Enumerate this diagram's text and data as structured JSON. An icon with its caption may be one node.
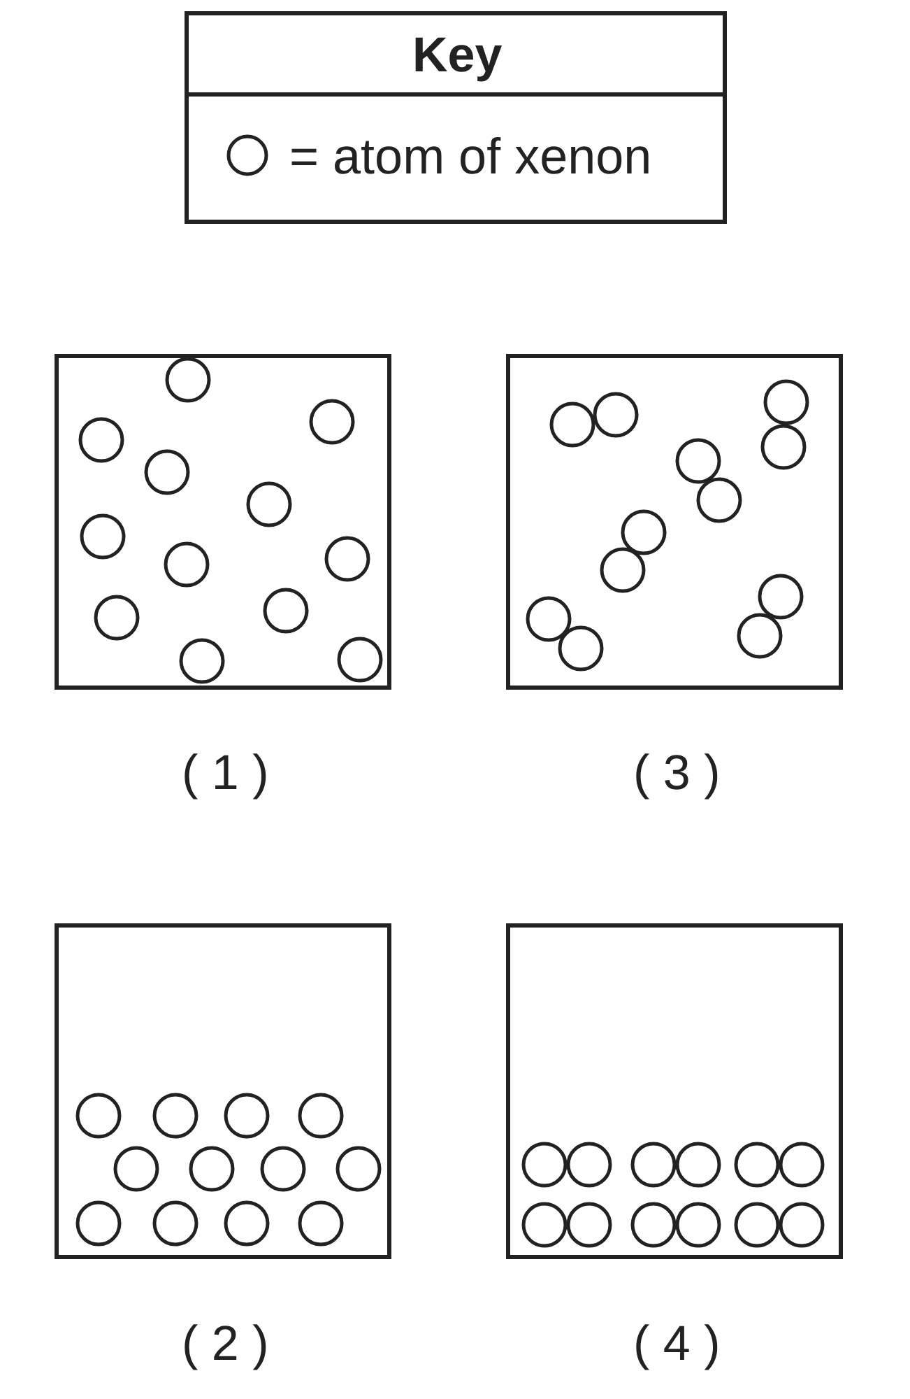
{
  "diagram": {
    "nodes": [
      {
        "text": [],
        "shape": "box",
        "beside": [
          "( 1 )"
        ]
      },
      {
        "text": [],
        "shape": "box",
        "beside": [
          "( 3 )"
        ]
      },
      {
        "text": [],
        "shape": "box",
        "beside": [
          "( 2 )"
        ]
      },
      {
        "text": [],
        "shape": "box",
        "beside": [
          "( 4 )"
        ]
      }
    ],
    "labels": [
      "Key"
    ],
    "legend": [
      {
        "text": "= atom of xenon"
      }
    ]
  }
}
